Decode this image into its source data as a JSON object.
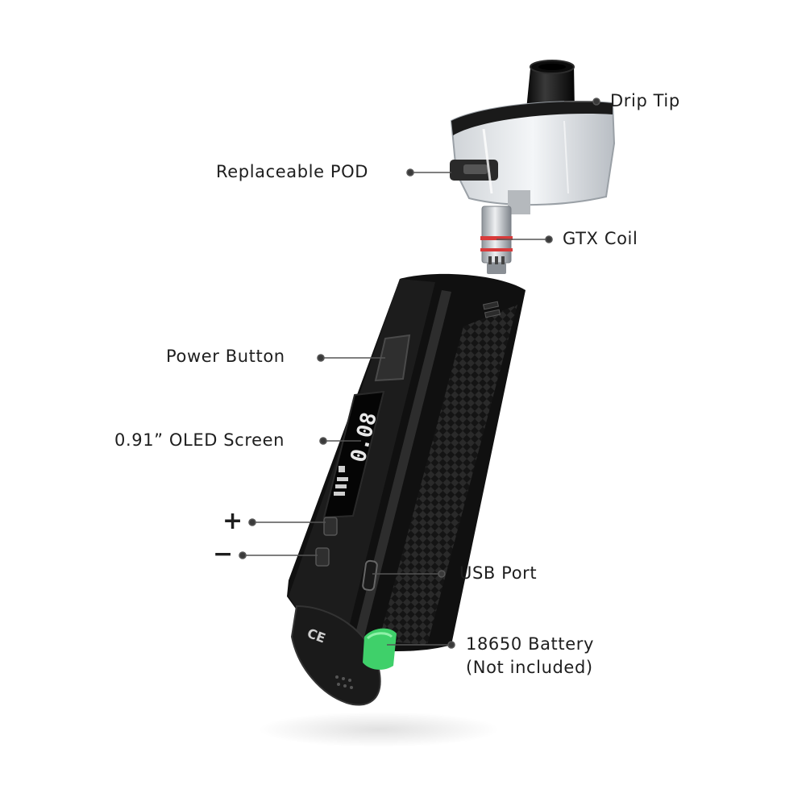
{
  "callouts": {
    "drip_tip": "Drip Tip",
    "pod": "Replaceable POD",
    "coil": "GTX Coil",
    "power_button": "Power Button",
    "screen": "0.91” OLED Screen",
    "plus": "+",
    "minus": "−",
    "usb_port": "USB Port",
    "battery_line1": "18650 Battery",
    "battery_line2": "(Not included)"
  },
  "device": {
    "screen_readout": "0.08",
    "cover_mark": "CE"
  },
  "colors": {
    "body": "#111111",
    "carbon": "#1b1b1b",
    "accent_red": "#d83a3a",
    "battery_green": "#3fd06a",
    "callout_text": "#1e1e1e"
  }
}
